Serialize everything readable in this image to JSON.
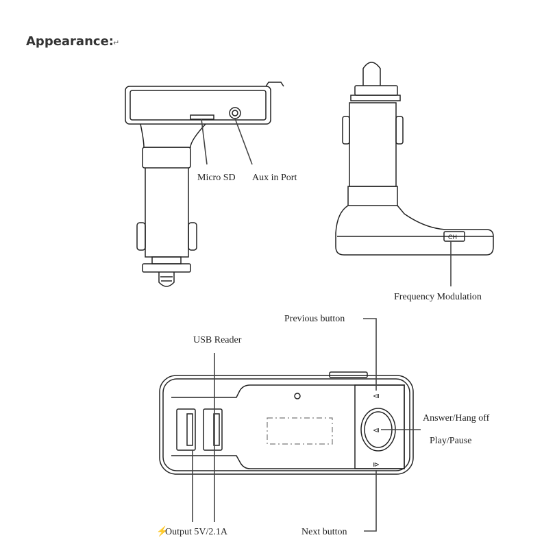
{
  "title": "Appearance:",
  "return_mark": "↵",
  "labels": {
    "micro_sd": "Micro SD",
    "aux_port": "Aux in Port",
    "frequency_modulation": "Frequency Modulation",
    "ch_button": "CH",
    "previous_button": "Previous button",
    "usb_reader": "USB Reader",
    "answer_hang_off": "Answer/Hang off",
    "play_pause": "Play/Pause",
    "next_button": "Next button",
    "output": "Output 5V/2.1A",
    "lightning_icon": "⚡"
  }
}
